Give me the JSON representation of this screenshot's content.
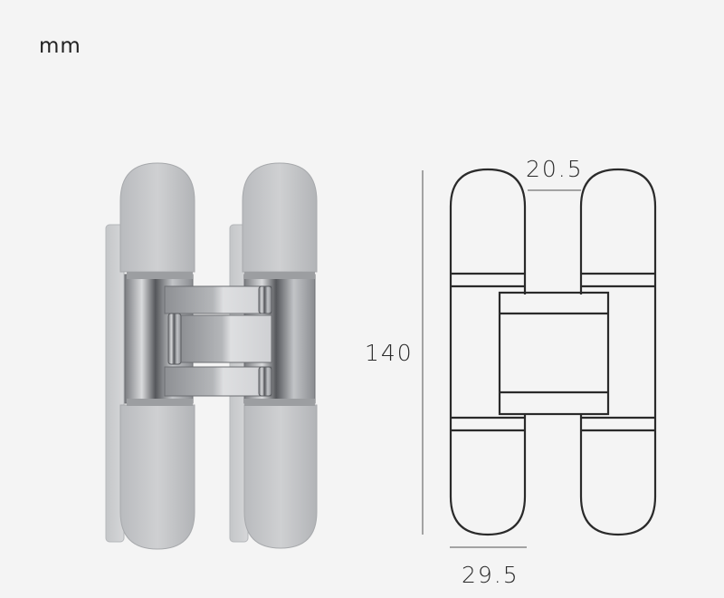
{
  "unit": "mm",
  "dimensions": {
    "height": "140",
    "gap_width": "20.5",
    "leaf_width": "29.5"
  },
  "colors": {
    "background": "#f4f4f4",
    "line": "#2a2a2a",
    "dimension_line": "#888888",
    "metal_light": "#c8c9cb",
    "metal_mid": "#a9abae",
    "metal_dark": "#6e7074"
  },
  "figures": [
    {
      "name": "concealed-hinge-photo",
      "type": "product-photo"
    },
    {
      "name": "hinge-technical-drawing",
      "type": "line-drawing"
    }
  ]
}
